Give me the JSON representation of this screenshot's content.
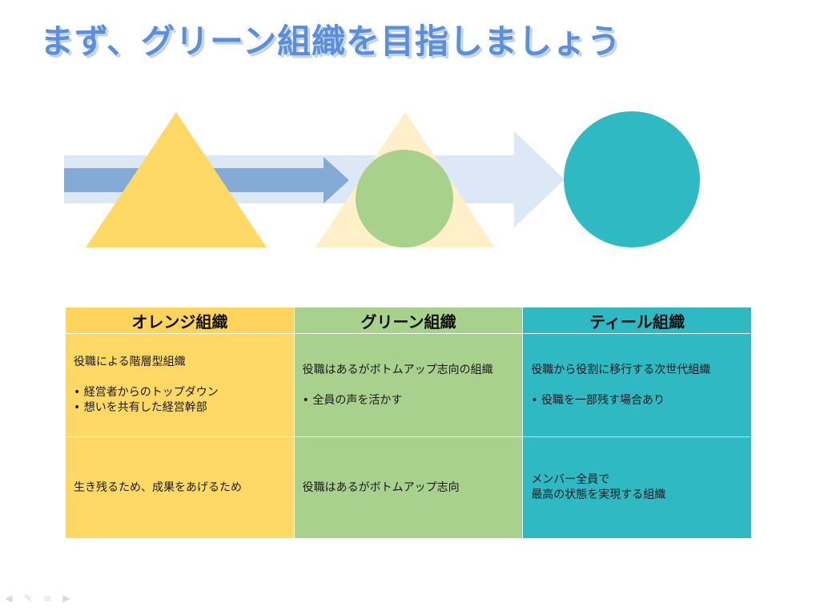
{
  "slide": {
    "title": "まず、グリーン組織を目指しましょう"
  },
  "diagram": {
    "colors": {
      "arrow_light": "#dce8f5",
      "arrow_dark": "#84aad6",
      "orange_triangle": "#ffd966",
      "faded_triangle": "#fff0c9",
      "green_circle": "#a9d18e",
      "teal_circle": "#2fb9c2"
    }
  },
  "table": {
    "headers": [
      "オレンジ組織",
      "グリーン組織",
      "ティール組織"
    ],
    "row1": {
      "orange": {
        "lead": "役職による階層型組織",
        "bullets": [
          "• 経営者からのトップダウン",
          "• 想いを共有した経営幹部"
        ]
      },
      "green": {
        "lead": "役職はあるがボトムアップ志向の組織",
        "bullets": [
          "• 全員の声を活かす"
        ]
      },
      "teal": {
        "lead": "役職から役割に移行する次世代組織",
        "bullets": [
          "• 役職を一部残す場合あり"
        ]
      }
    },
    "row2": {
      "orange": [
        "生き残るため、成果をあげるため"
      ],
      "green": [
        "役職はあるがボトムアップ志向"
      ],
      "teal": [
        "メンバー全員で",
        "最高の状態を実現する組織"
      ]
    }
  },
  "nav": {
    "prev_icon": "arrow-left-icon",
    "pen_icon": "pen-icon",
    "menu_icon": "menu-icon",
    "next_icon": "arrow-right-icon"
  }
}
